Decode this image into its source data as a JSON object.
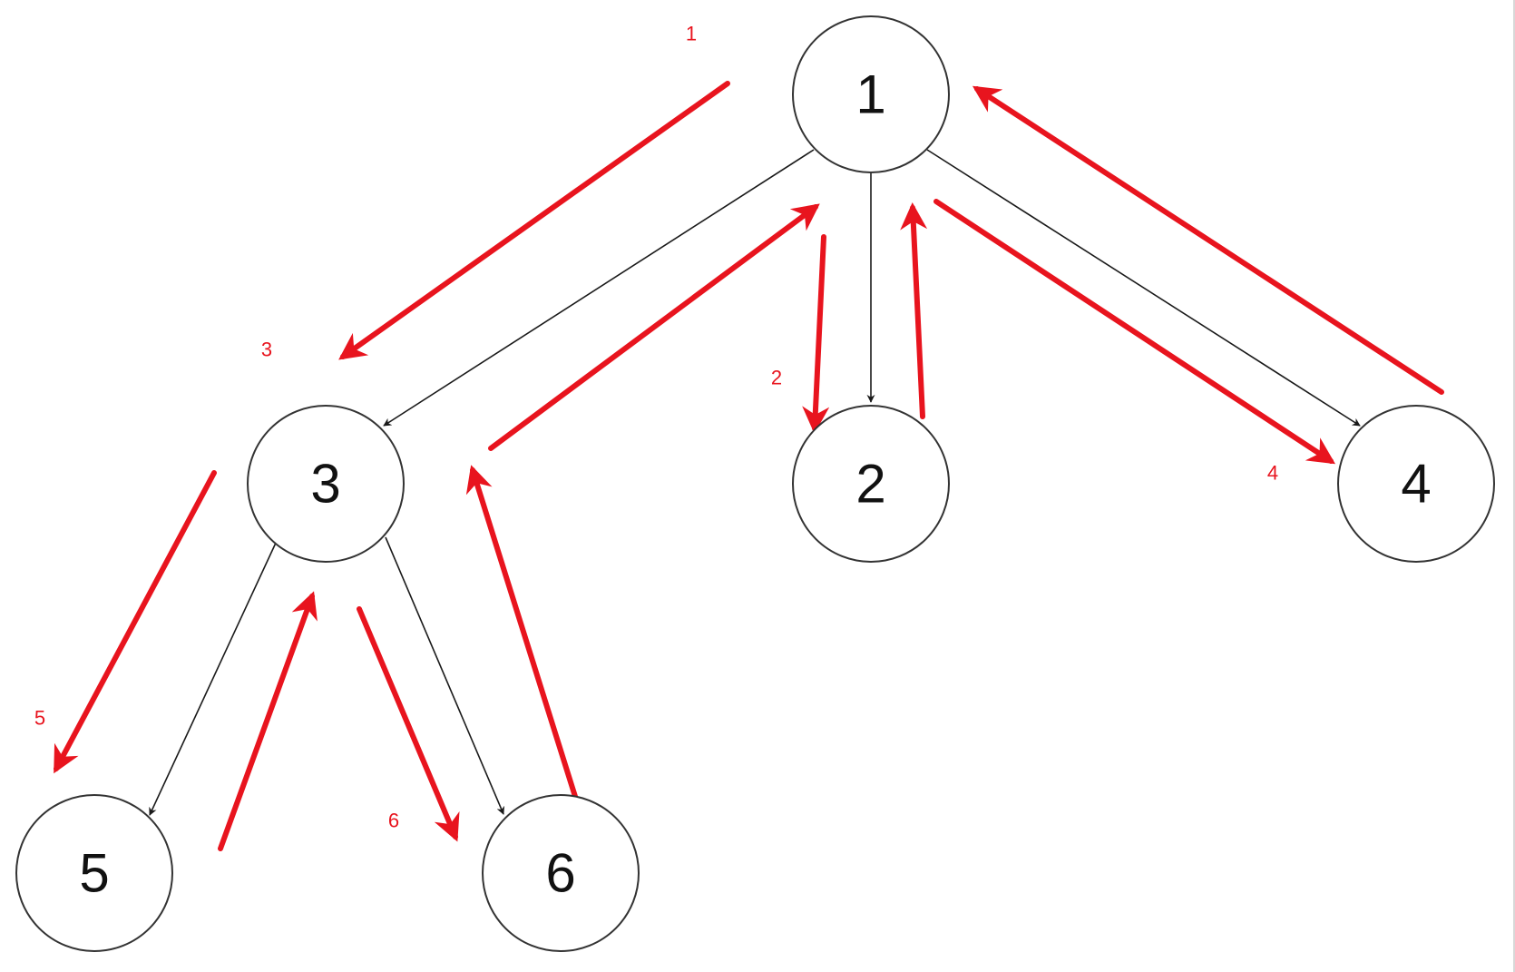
{
  "diagram": {
    "nodes": [
      {
        "id": "1",
        "label": "1"
      },
      {
        "id": "2",
        "label": "2"
      },
      {
        "id": "3",
        "label": "3"
      },
      {
        "id": "4",
        "label": "4"
      },
      {
        "id": "5",
        "label": "5"
      },
      {
        "id": "6",
        "label": "6"
      }
    ],
    "edges": [
      {
        "from": "1",
        "to": "3"
      },
      {
        "from": "1",
        "to": "2"
      },
      {
        "from": "1",
        "to": "4"
      },
      {
        "from": "3",
        "to": "5"
      },
      {
        "from": "3",
        "to": "6"
      }
    ],
    "traversal": {
      "color": "#e8141e",
      "steps": [
        {
          "label": "1",
          "target": "1"
        },
        {
          "label": "2",
          "target": "2"
        },
        {
          "label": "3",
          "target": "3"
        },
        {
          "label": "4",
          "target": "4"
        },
        {
          "label": "5",
          "target": "5"
        },
        {
          "label": "6",
          "target": "6"
        }
      ]
    }
  }
}
